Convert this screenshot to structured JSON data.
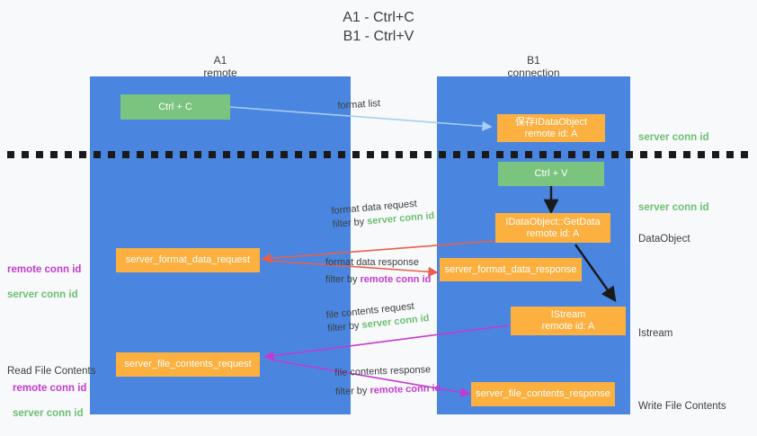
{
  "title": "A1 - Ctrl+C\nB1 - Ctrl+V",
  "colors": {
    "lane": "#4a86e0",
    "green_box": "#7bc47f",
    "orange_box": "#fbb040",
    "server_conn_id": "#6dbf73",
    "remote_conn_id": "#c23bd0",
    "arrow_blue": "#a8cdf0",
    "arrow_red": "#e8604c",
    "arrow_magenta": "#c23bd0",
    "arrow_black": "#1a1a1a",
    "background": "#f8f9fa"
  },
  "lanes": [
    {
      "id": "a1",
      "line1": "A1",
      "line2": "remote"
    },
    {
      "id": "b1",
      "line1": "B1",
      "line2": "connection"
    }
  ],
  "boxes": {
    "ctrl_c": "Ctrl + C",
    "ctrl_v": "Ctrl + V",
    "save_idataobject": "保存IDataObject\nremote id: A",
    "getdata": "IDataObject::GetData\nremote id: A",
    "istream": "IStream\nremote id: A",
    "server_format_data_request": "server_format_data_request",
    "server_format_data_response": "server_format_data_response",
    "server_file_contents_request": "server_file_contents_request",
    "server_file_contents_response": "server_file_contents_response"
  },
  "right_labels": {
    "server_conn_id_1": "server conn id",
    "server_conn_id_2": "server conn id",
    "dataobject": "DataObject",
    "istream": "Istream",
    "write_file_contents": "Write File Contents"
  },
  "left_labels": {
    "remote_conn_id_1": "remote conn id",
    "server_conn_id_1": "server conn id",
    "read_file_contents": "Read File Contents",
    "remote_conn_id_2": "remote conn id",
    "server_conn_id_2": "server conn id"
  },
  "edges": [
    {
      "id": "format-list",
      "label": "format list",
      "filter_prefix": "",
      "filter_value": ""
    },
    {
      "id": "format-data-request",
      "label": "format data request",
      "filter_prefix": "filter by ",
      "filter_value": "server conn id",
      "filter_color": "server"
    },
    {
      "id": "format-data-response",
      "label": "format data response",
      "filter_prefix": "filter by ",
      "filter_value": "remote conn id",
      "filter_color": "remote"
    },
    {
      "id": "file-contents-request",
      "label": "file contents request",
      "filter_prefix": "filter by ",
      "filter_value": "server conn id",
      "filter_color": "server"
    },
    {
      "id": "file-contents-response",
      "label": "file contents response",
      "filter_prefix": "filter by ",
      "filter_value": "remote conn id",
      "filter_color": "remote"
    }
  ]
}
